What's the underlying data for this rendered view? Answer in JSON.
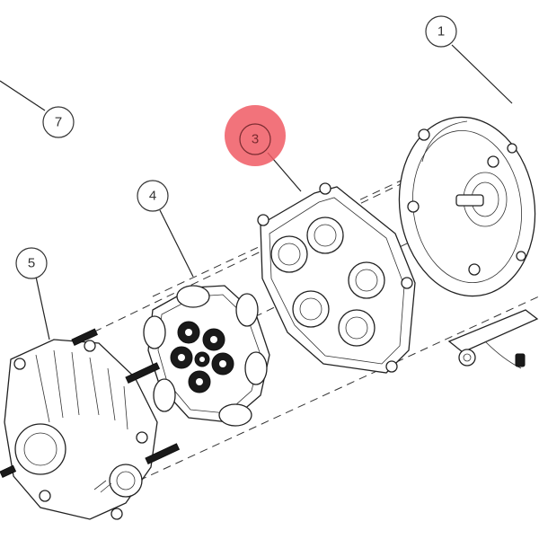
{
  "callouts": [
    {
      "id": "1",
      "label": "1"
    },
    {
      "id": "3",
      "label": "3",
      "highlighted": true
    },
    {
      "id": "4",
      "label": "4"
    },
    {
      "id": "5",
      "label": "5"
    },
    {
      "id": "7",
      "label": "7"
    }
  ],
  "colors": {
    "line": "#222222",
    "highlight": "#f05a64",
    "background": "#ffffff"
  }
}
